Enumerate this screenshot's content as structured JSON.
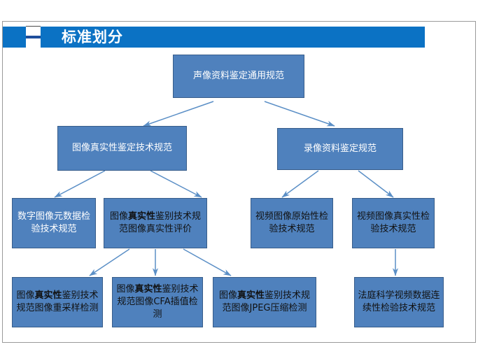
{
  "header": {
    "title": "标准划分",
    "bar_color": "#0B72C4",
    "dash_color": "#1F4E9C",
    "text_color": "#ffffff"
  },
  "theme": {
    "node_fill": "#4F81BD",
    "node_border": "#385D8A",
    "arrow_color": "#5B8FC6",
    "page_bg": "#ffffff"
  },
  "diagram": {
    "type": "hierarchy-flowchart",
    "levels": 4,
    "nodes": {
      "root": "声像资料鉴定通用规范",
      "l2_left": "图像真实性鉴定技术规范",
      "l2_right": "录像资料鉴定规范",
      "l3_a": "数字图像元数据检验技术规范",
      "l3_b_pre": "图像",
      "l3_b_bold": "真实性",
      "l3_b_post": "鉴别技术规范图像真实性评价",
      "l3_c": "视频图像原始性检验技术规范",
      "l3_d": "视频图像真实性检验技术规范",
      "l4_a_pre": "图像",
      "l4_a_bold": "真实性",
      "l4_a_post": "鉴别技术规范图像重采样检测",
      "l4_b_pre": "图像",
      "l4_b_bold": "真实性",
      "l4_b_post": "鉴别技术规范图像CFA插值检测",
      "l4_c_pre": "图像",
      "l4_c_bold": "真实性",
      "l4_c_post": "鉴别技术规范图像JPEG压缩检测",
      "l4_d": "法庭科学视频数据连续性检验技术规范"
    },
    "edges": [
      {
        "from": "root",
        "to": "l2_left"
      },
      {
        "from": "root",
        "to": "l2_right"
      },
      {
        "from": "l2_left",
        "to": "l3_a"
      },
      {
        "from": "l2_left",
        "to": "l3_b"
      },
      {
        "from": "l2_right",
        "to": "l3_c"
      },
      {
        "from": "l2_right",
        "to": "l3_d"
      },
      {
        "from": "l3_b",
        "to": "l4_a"
      },
      {
        "from": "l3_b",
        "to": "l4_b"
      },
      {
        "from": "l3_b",
        "to": "l4_c"
      },
      {
        "from": "l3_d",
        "to": "l4_d"
      }
    ]
  }
}
